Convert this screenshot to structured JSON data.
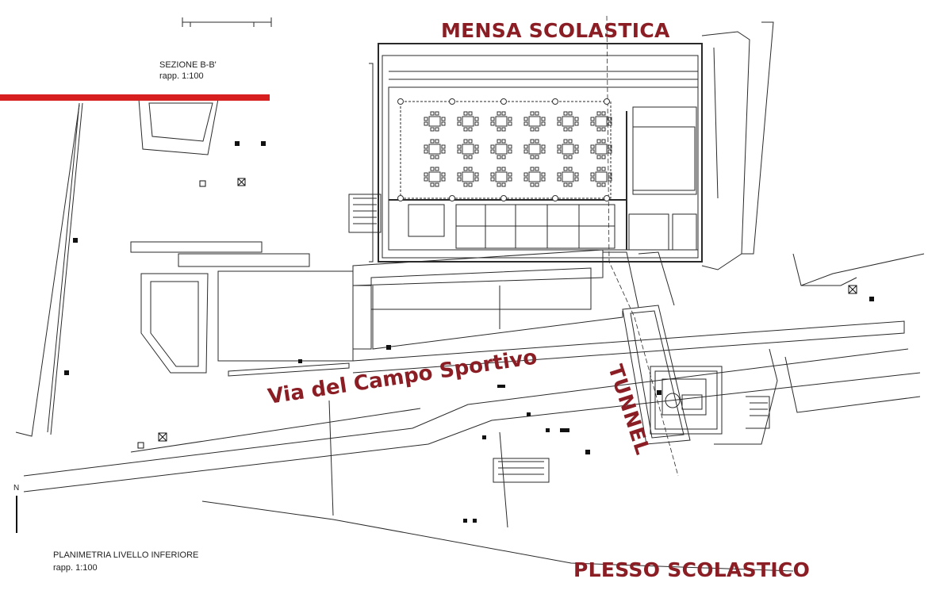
{
  "labels": {
    "section_title": "SEZIONE B-B'",
    "section_scale": "rapp. 1:100",
    "plan_title": "PLANIMETRIA LIVELLO INFERIORE",
    "plan_scale": "rapp. 1:100",
    "north": "N",
    "mensa": "MENSA SCOLASTICA",
    "street": "Via del Campo Sportivo",
    "tunnel": "TUNNEL",
    "plesso": "PLESSO SCOLASTICO"
  },
  "colors": {
    "highlight_red": "#d71f1f",
    "label_red": "#8b1e24",
    "line": "#2a2a2a"
  }
}
